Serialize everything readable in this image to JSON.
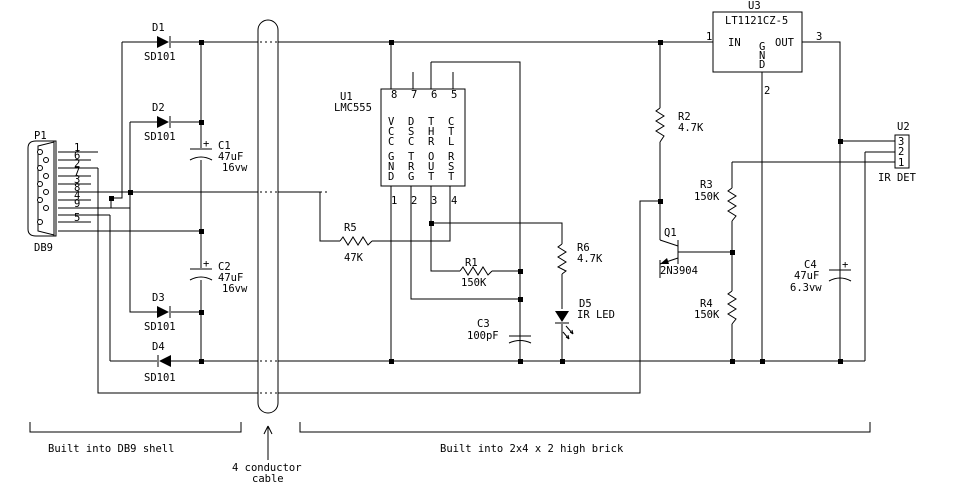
{
  "labels": {
    "d1": "D1",
    "d1_val": "SD101",
    "d2": "D2",
    "d2_val": "SD101",
    "d3": "D3",
    "d3_val": "SD101",
    "d4": "D4",
    "d4_val": "SD101",
    "c1": "C1",
    "c1_val": "47uF",
    "c1_v": "16vw",
    "c2": "C2",
    "c2_val": "47uF",
    "c2_v": "16vw",
    "c3": "C3",
    "c3_val": "100pF",
    "c4": "C4",
    "c4_val": "47uF",
    "c4_v": "6.3vw",
    "u1": "U1",
    "u1_part": "LMC555",
    "u2": "U2",
    "u2_part": "IR DET",
    "u3": "U3",
    "u3_part": "LT1121CZ-5",
    "u3_in": "IN",
    "u3_out": "OUT",
    "u3_gnd": "GND",
    "u3_pin1": "1",
    "u3_pin2": "2",
    "u3_pin3": "3",
    "r1": "R1",
    "r1_val": "150K",
    "r2": "R2",
    "r2_val": "4.7K",
    "r3": "R3",
    "r3_val": "150K",
    "r4": "R4",
    "r4_val": "150K",
    "r5": "R5",
    "r5_val": "47K",
    "r6": "R6",
    "r6_val": "4.7K",
    "d5": "D5",
    "d5_val": "IR LED",
    "q1": "Q1",
    "q1_val": "2N3904",
    "p1": "P1",
    "p1_part": "DB9",
    "u1_pin_nums_top": [
      "8",
      "7",
      "6",
      "5"
    ],
    "u1_pin_nums_bot": [
      "1",
      "2",
      "3",
      "4"
    ],
    "u1_pin_names_top": [
      "VCC",
      "DSC",
      "THR",
      "CTL"
    ],
    "u1_pin_names_bot": [
      "GND",
      "TRG",
      "OUT",
      "RST"
    ],
    "u2_pins": [
      "3",
      "2",
      "1"
    ],
    "db9_pins": [
      "1",
      "6",
      "2",
      "7",
      "3",
      "8",
      "4",
      "9",
      "5"
    ],
    "plus": "+",
    "note_left": "Built into DB9 shell",
    "note_right": "Built into 2x4 x 2 high brick",
    "cable_line1": "4 conductor",
    "cable_line2": "cable"
  }
}
